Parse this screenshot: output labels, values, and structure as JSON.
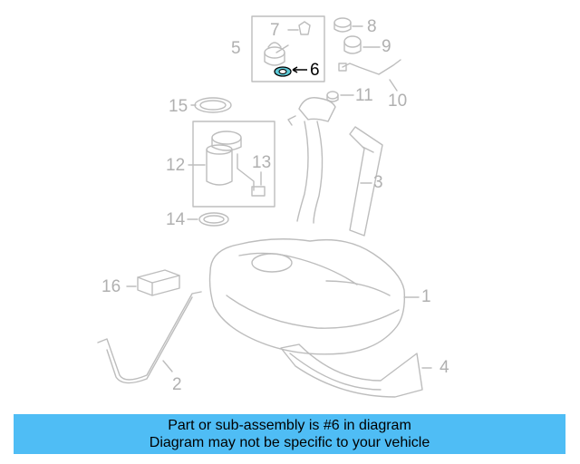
{
  "callouts": {
    "c1": "1",
    "c2": "2",
    "c3": "3",
    "c4": "4",
    "c5": "5",
    "c6": "6",
    "c7": "7",
    "c8": "8",
    "c9": "9",
    "c10": "10",
    "c11": "11",
    "c12": "12",
    "c13": "13",
    "c14": "14",
    "c15": "15",
    "c16": "16"
  },
  "highlighted_part": "6",
  "colors": {
    "line": "#bdbdbd",
    "highlight": "#5cc8d6",
    "banner": "#4fbdf5"
  },
  "banner": {
    "line1": "Part or sub-assembly is #6 in diagram",
    "line2": "Diagram may not be specific to your vehicle"
  }
}
